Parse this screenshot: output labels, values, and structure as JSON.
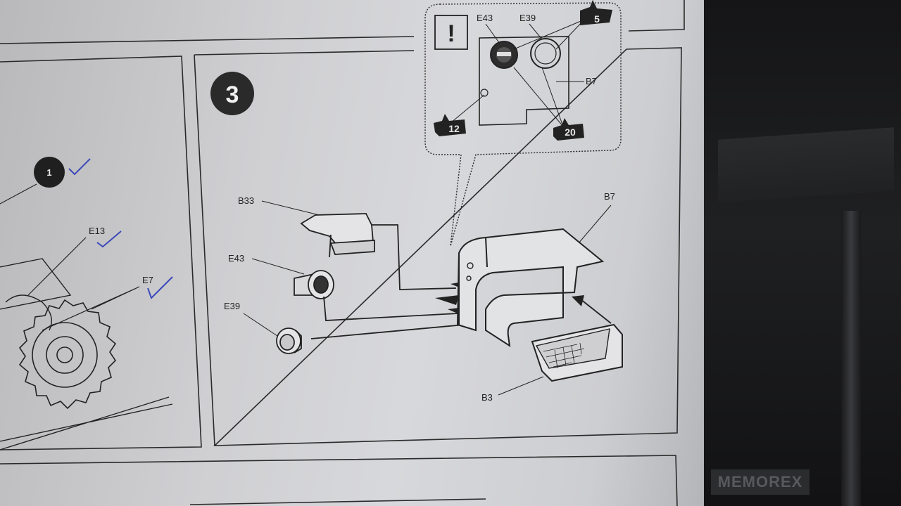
{
  "step": {
    "number": "3",
    "parts": {
      "b33": "B33",
      "e43": "E43",
      "e39": "E39",
      "b7": "B7",
      "b3": "B3"
    }
  },
  "callout": {
    "alert_symbol": "!",
    "labels": {
      "e43": "E43",
      "e39": "E39",
      "b7": "B7"
    },
    "paint_refs": [
      "5",
      "12",
      "20"
    ]
  },
  "prev_step": {
    "number": "1",
    "parts": {
      "e13": "E13",
      "e7": "E7"
    }
  },
  "background_label": "MEMOREX",
  "colors": {
    "ink": "#222222",
    "check_mark": "#3b49b8",
    "paper": "#d2d3d6"
  }
}
